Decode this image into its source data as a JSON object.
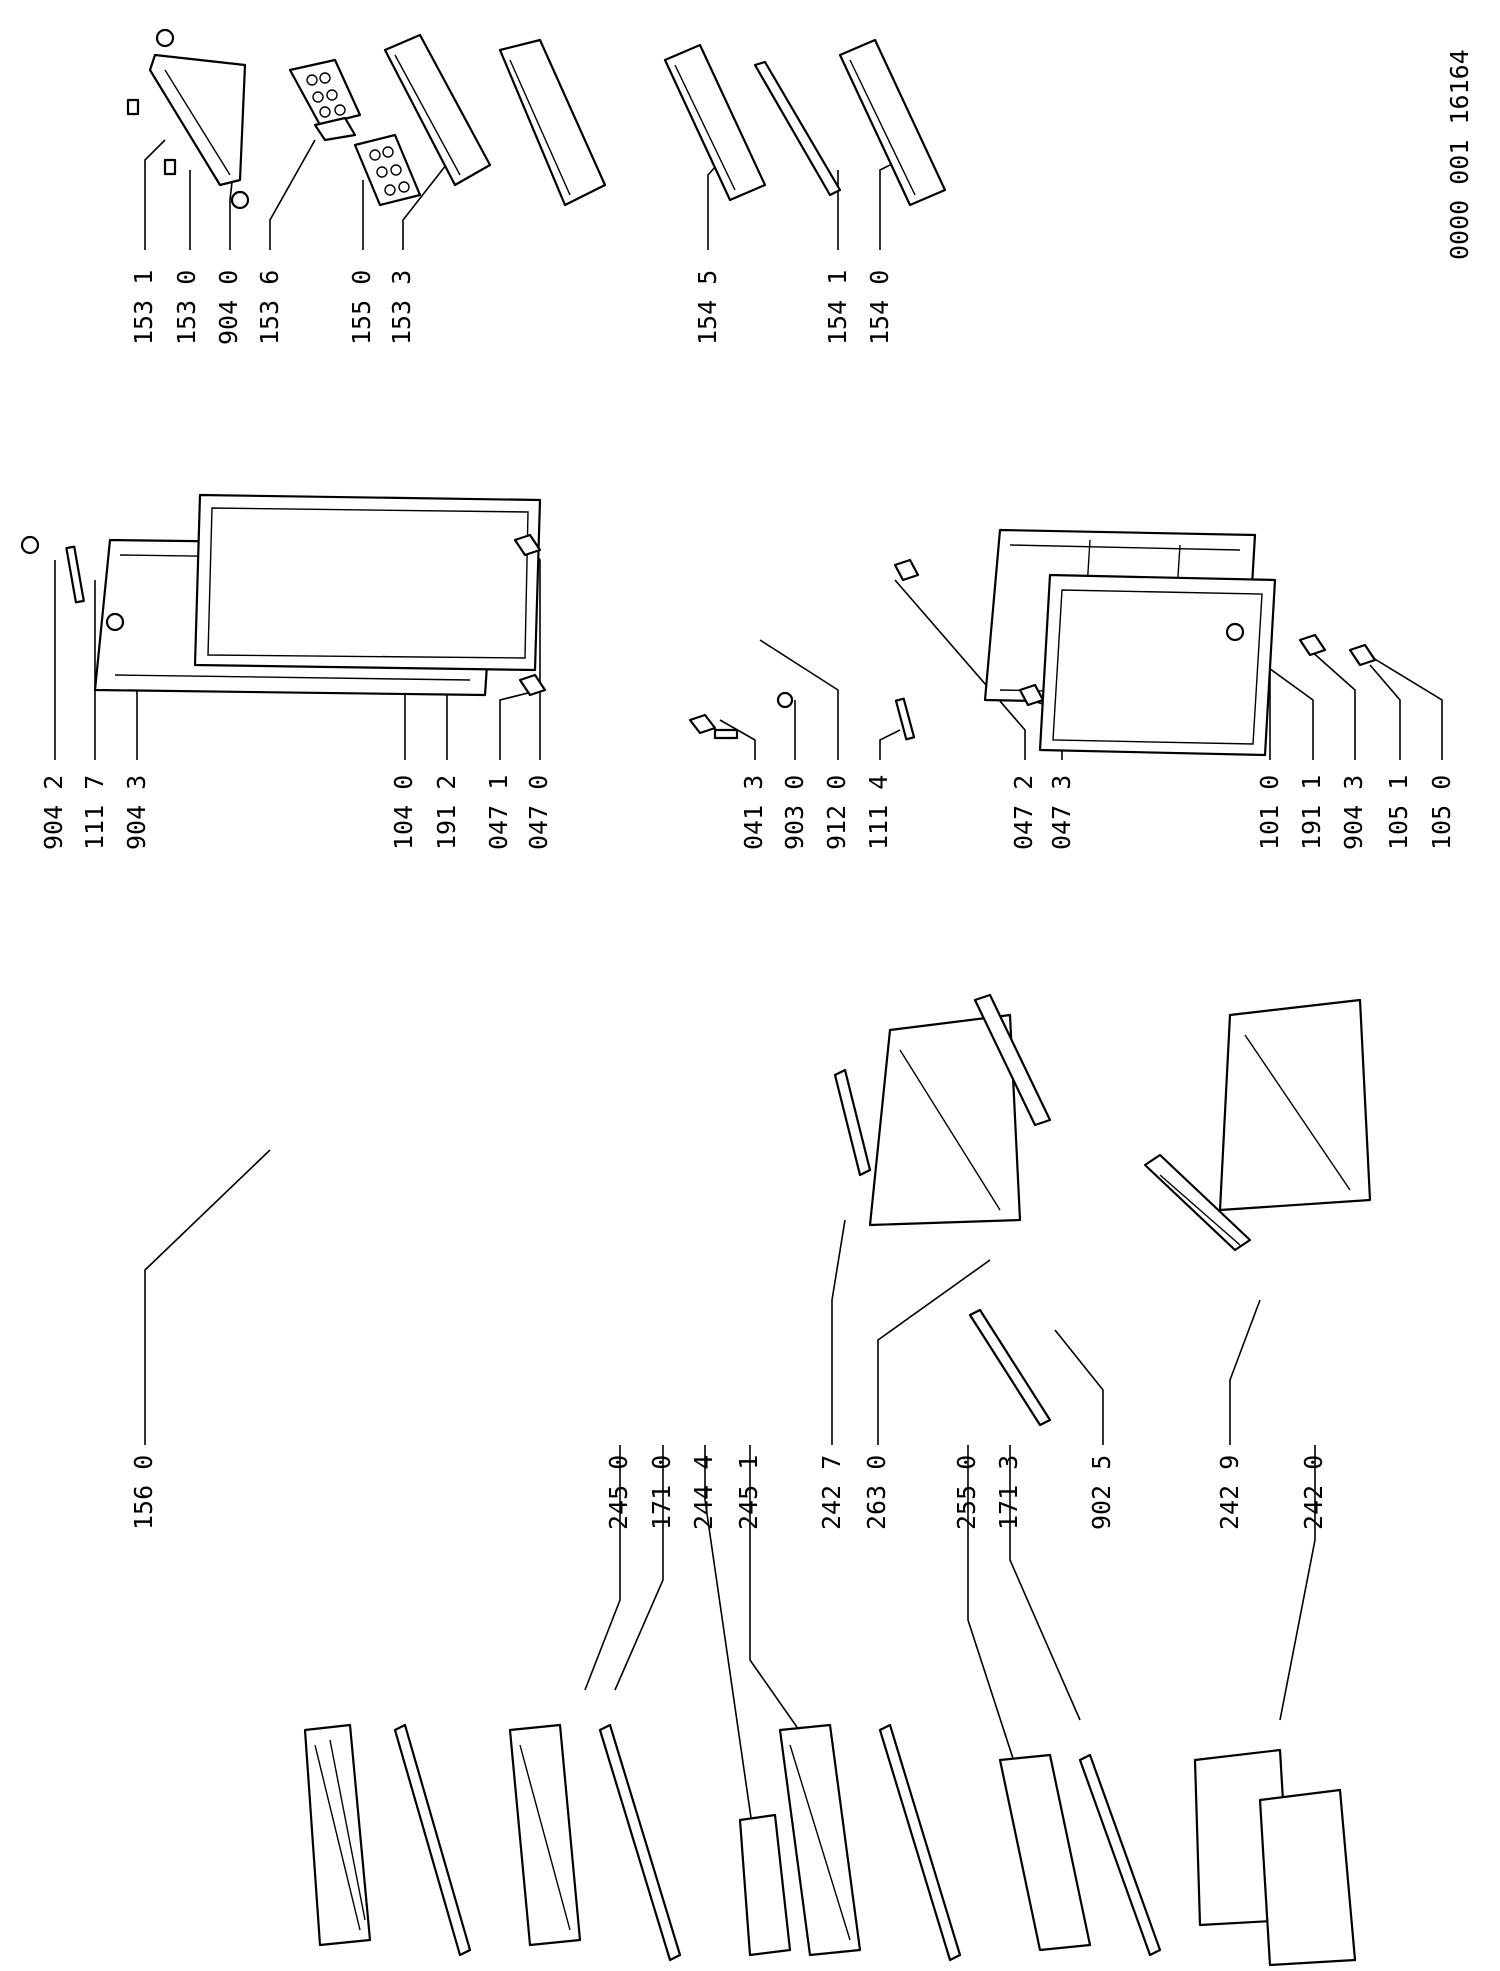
{
  "doc_code": "0000 001  16164",
  "labels": [
    {
      "id": "153-1",
      "text": "153 1"
    },
    {
      "id": "153-0",
      "text": "153 0"
    },
    {
      "id": "904-0",
      "text": "904 0"
    },
    {
      "id": "153-6",
      "text": "153 6"
    },
    {
      "id": "155-0",
      "text": "155 0"
    },
    {
      "id": "153-3",
      "text": "153 3"
    },
    {
      "id": "154-5",
      "text": "154 5"
    },
    {
      "id": "154-1",
      "text": "154 1"
    },
    {
      "id": "154-0",
      "text": "154 0"
    },
    {
      "id": "904-2",
      "text": "904 2"
    },
    {
      "id": "111-7",
      "text": "111 7"
    },
    {
      "id": "904-3a",
      "text": "904 3"
    },
    {
      "id": "104-0",
      "text": "104 0"
    },
    {
      "id": "191-2",
      "text": "191 2"
    },
    {
      "id": "047-1",
      "text": "047 1"
    },
    {
      "id": "047-0",
      "text": "047 0"
    },
    {
      "id": "041-3",
      "text": "041 3"
    },
    {
      "id": "903-0",
      "text": "903 0"
    },
    {
      "id": "912-0",
      "text": "912 0"
    },
    {
      "id": "111-4",
      "text": "111 4"
    },
    {
      "id": "047-2",
      "text": "047 2"
    },
    {
      "id": "047-3",
      "text": "047 3"
    },
    {
      "id": "101-0",
      "text": "101 0"
    },
    {
      "id": "191-1",
      "text": "191 1"
    },
    {
      "id": "904-3b",
      "text": "904 3"
    },
    {
      "id": "105-1",
      "text": "105 1"
    },
    {
      "id": "105-0",
      "text": "105 0"
    },
    {
      "id": "156-0",
      "text": "156 0"
    },
    {
      "id": "245-0",
      "text": "245 0"
    },
    {
      "id": "171-0",
      "text": "171 0"
    },
    {
      "id": "244-4",
      "text": "244 4"
    },
    {
      "id": "245-1",
      "text": "245 1"
    },
    {
      "id": "242-7",
      "text": "242 7"
    },
    {
      "id": "263-0",
      "text": "263 0"
    },
    {
      "id": "255-0",
      "text": "255 0"
    },
    {
      "id": "171-3",
      "text": "171 3"
    },
    {
      "id": "902-5",
      "text": "902 5"
    },
    {
      "id": "242-9",
      "text": "242 9"
    },
    {
      "id": "242-0",
      "text": "242 0"
    }
  ]
}
